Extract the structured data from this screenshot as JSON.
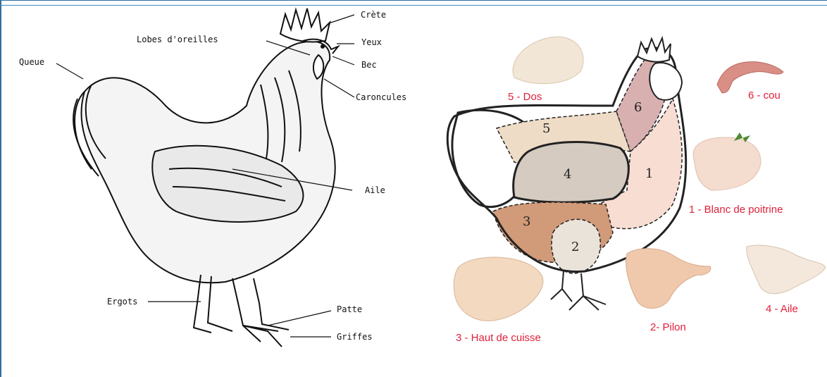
{
  "anatomy": {
    "labels": {
      "crete": "Crète",
      "lobes": "Lobes d'oreilles",
      "yeux": "Yeux",
      "queue": "Queue",
      "bec": "Bec",
      "caroncules": "Caroncules",
      "aile": "Aile",
      "ergots": "Ergots",
      "patte": "Patte",
      "griffes": "Griffes"
    }
  },
  "cuts": {
    "numbers": [
      "1",
      "2",
      "3",
      "4",
      "5",
      "6"
    ],
    "labels": {
      "dos": "5 - Dos",
      "cou": "6 - cou",
      "blanc": "1 - Blanc de poitrine",
      "aile": "4 - Aile",
      "pilon": "2- Pilon",
      "cuisse": "3 - Haut de cuisse"
    },
    "colors": {
      "label_red": "#e0203a",
      "zone1": "#f8ddd2",
      "zone2": "#eae3da",
      "zone3": "#d19a78",
      "zone4": "#d5cbc0",
      "zone5": "#efdcc6",
      "zone6": "#d9b0b0"
    }
  }
}
